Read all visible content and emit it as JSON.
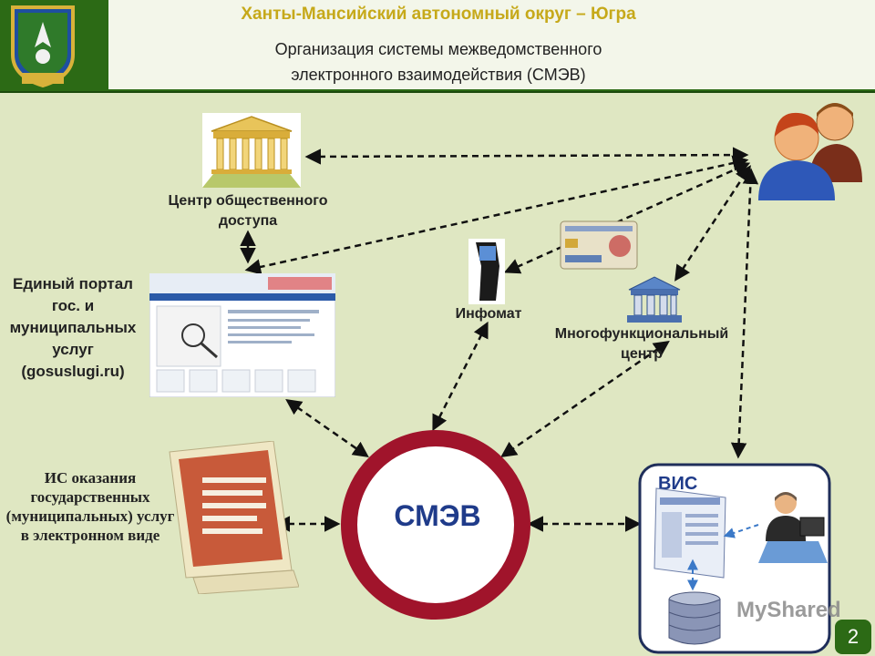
{
  "header": {
    "region": "Ханты-Мансийский автономный округ – Югра",
    "title_line1": "Организация системы межведомственного",
    "title_line2": "электронного взаимодействия (СМЭВ)"
  },
  "nodes": {
    "public_access": "Центр общественного доступа",
    "portal": "Единый портал гос. и муниципальных услуг (gosuslugi.ru)",
    "infomat": "Инфомат",
    "mfc": "Многофункциональный центр",
    "is_services": "ИС оказания государственных (муниципальных) услуг в электронном виде",
    "smev": "СМЭВ",
    "vis": "ВИС"
  },
  "watermark": "MyShared",
  "page_number": "2",
  "colors": {
    "header": "#2c6a15",
    "ring": "#a0142b",
    "accent_text": "#1f3b8a",
    "vis_border": "#1f2e5a"
  }
}
